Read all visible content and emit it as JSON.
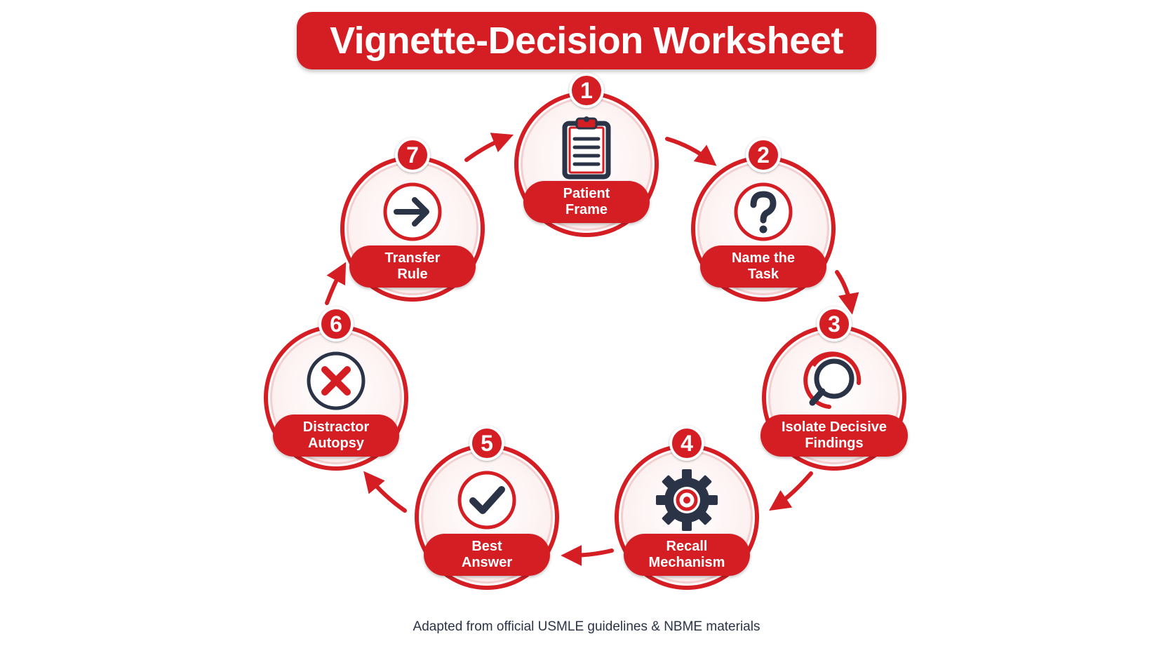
{
  "title": "Vignette-Decision Worksheet",
  "colors": {
    "accent": "#d41e24",
    "icon_dark": "#2b3347",
    "background": "#ffffff"
  },
  "steps": [
    {
      "number": "1",
      "label": "Patient\nFrame",
      "icon": "clipboard-icon"
    },
    {
      "number": "2",
      "label": "Name the\nTask",
      "icon": "question-mark-icon"
    },
    {
      "number": "3",
      "label": "Isolate Decisive\nFindings",
      "icon": "magnifier-icon"
    },
    {
      "number": "4",
      "label": "Recall\nMechanism",
      "icon": "gear-icon"
    },
    {
      "number": "5",
      "label": "Best\nAnswer",
      "icon": "checkmark-icon"
    },
    {
      "number": "6",
      "label": "Distractor\nAutopsy",
      "icon": "x-mark-icon"
    },
    {
      "number": "7",
      "label": "Transfer\nRule",
      "icon": "arrow-right-icon"
    }
  ],
  "footnote": "Adapted from official USMLE guidelines & NBME materials"
}
